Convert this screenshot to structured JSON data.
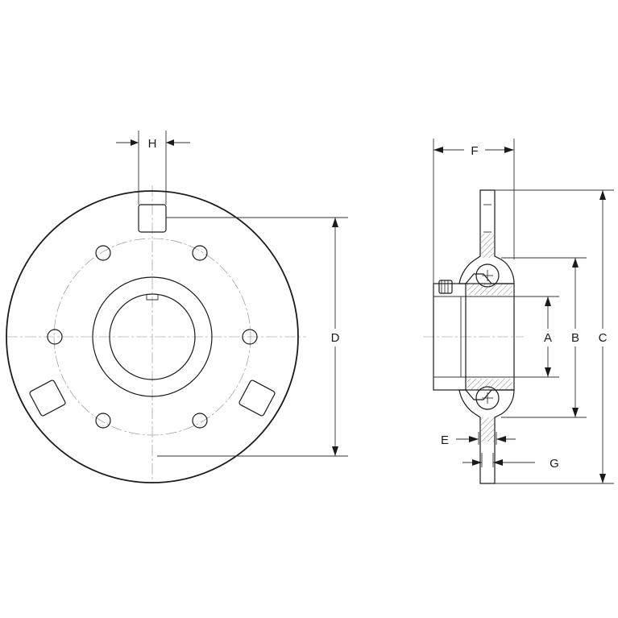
{
  "labels": {
    "h": "H",
    "d": "D",
    "f": "F",
    "a": "A",
    "b": "B",
    "c": "C",
    "e": "E",
    "g": "G"
  },
  "colors": {
    "line": "#1a1a1a",
    "centerline": "#8a8a8a",
    "background": "#ffffff"
  }
}
